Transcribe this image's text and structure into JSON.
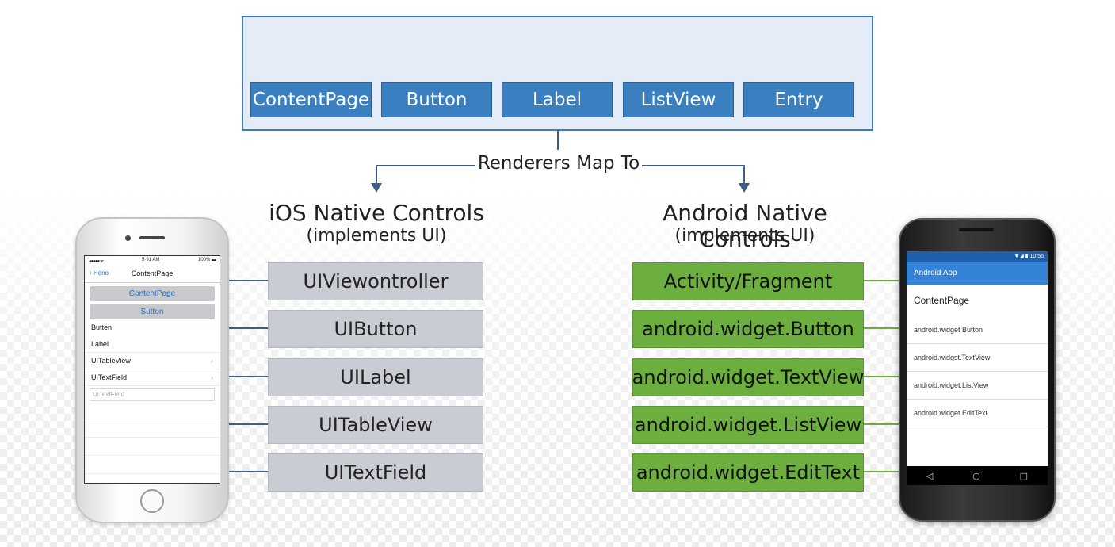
{
  "shared_controls": {
    "items": [
      "ContentPage",
      "Button",
      "Label",
      "ListView",
      "Entry"
    ]
  },
  "mapping": {
    "label": "Renderers Map To"
  },
  "ios": {
    "heading": "iOS Native Controls",
    "subheading": "(implements UI)",
    "controls": [
      "UIViewontroller",
      "UIButton",
      "UILabel",
      "UITableView",
      "UITextField"
    ],
    "phone": {
      "status_signal": "●●●●● ᯤ",
      "status_time": "5·91 AM",
      "status_battery": "100% ▬",
      "nav_back": "Hono",
      "nav_title": "ContentPage",
      "buttons": [
        "ContentPage",
        "Sutton"
      ],
      "rows": [
        "Butten",
        "Label",
        "UITableView",
        "UITextField"
      ],
      "field_placeholder": "UITextField"
    }
  },
  "android": {
    "heading": "Android Native Controls",
    "subheading": "(implements UI)",
    "controls": [
      "Activity/Fragment",
      "android.widget.Button",
      "android.widget.TextView",
      "android.widget.ListView",
      "android.widget.EditText"
    ],
    "phone": {
      "status_icons": "▼◢ ▮ 10:56",
      "app_title": "Android App",
      "page_title": "ContentPage",
      "rows": [
        "android.widget Button",
        "android.widgst.TextView",
        "android.widget.ListView",
        "android.widget EditText"
      ],
      "nav_back": "◁",
      "nav_home": "○",
      "nav_recent": "□"
    }
  },
  "colors": {
    "shared_box_bg": "#e4edf7",
    "shared_item_bg": "#3a7fc0",
    "ios_box_bg": "#c9cdd3",
    "android_box_bg": "#6daf3f",
    "connector": "#3d5f86"
  },
  "icons": {
    "ios_back": "chevron-left-icon",
    "ios_row_chevron": "chevron-right-icon"
  }
}
